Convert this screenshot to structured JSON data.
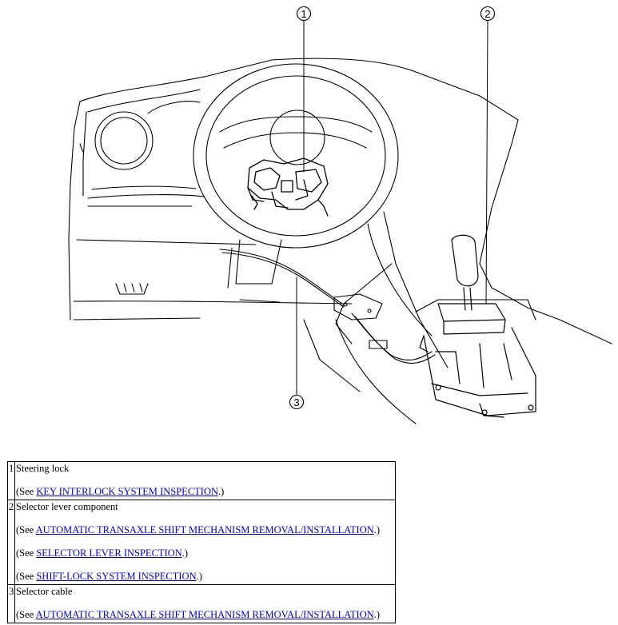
{
  "callouts": {
    "one": "1",
    "two": "2",
    "three": "3"
  },
  "legend": {
    "rows": [
      {
        "num": "1",
        "title": "Steering lock",
        "refs": [
          {
            "prefix": "(See ",
            "link": "KEY INTERLOCK SYSTEM INSPECTION",
            "suffix": ".)"
          }
        ]
      },
      {
        "num": "2",
        "title": "Selector lever component",
        "refs": [
          {
            "prefix": "(See ",
            "link": "AUTOMATIC TRANSAXLE SHIFT MECHANISM REMOVAL/INSTALLATION",
            "suffix": ".)"
          },
          {
            "prefix": "(See ",
            "link": "SELECTOR LEVER INSPECTION",
            "suffix": ".)"
          },
          {
            "prefix": "(See ",
            "link": "SHIFT-LOCK SYSTEM INSPECTION",
            "suffix": ".)"
          }
        ]
      },
      {
        "num": "3",
        "title": "Selector cable",
        "refs": [
          {
            "prefix": "(See ",
            "link": "AUTOMATIC TRANSAXLE SHIFT MECHANISM REMOVAL/INSTALLATION",
            "suffix": ".)"
          }
        ]
      }
    ]
  }
}
